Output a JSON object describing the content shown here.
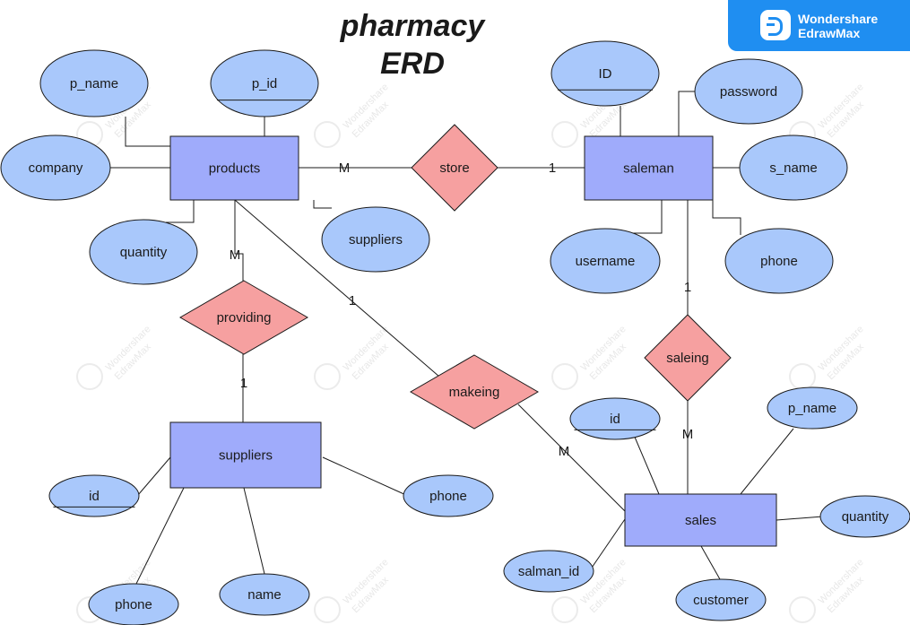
{
  "title": {
    "line1": "pharmacy",
    "line2": "ERD"
  },
  "branding": {
    "line1": "Wondershare",
    "line2": "EdrawMax",
    "icon": "edrawmax-logo-icon"
  },
  "colors": {
    "entity": "#9fabfb",
    "attribute": "#a9c8fb",
    "relationship": "#f6a0a0",
    "stroke": "#1a1a1a",
    "brand": "#1f8ef1"
  },
  "entities": [
    {
      "id": "products",
      "label": "products"
    },
    {
      "id": "saleman",
      "label": "saleman"
    },
    {
      "id": "suppliers",
      "label": "suppliers"
    },
    {
      "id": "sales",
      "label": "sales"
    }
  ],
  "relationships": [
    {
      "id": "store",
      "label": "store"
    },
    {
      "id": "providing",
      "label": "providing"
    },
    {
      "id": "makeing",
      "label": "makeing"
    },
    {
      "id": "saleing",
      "label": "saleing"
    }
  ],
  "attributes": [
    {
      "id": "prod_p_name",
      "label": "p_name",
      "key": false
    },
    {
      "id": "prod_p_id",
      "label": "p_id",
      "key": true
    },
    {
      "id": "prod_company",
      "label": "company",
      "key": false
    },
    {
      "id": "prod_quantity",
      "label": "quantity",
      "key": false
    },
    {
      "id": "prod_suppliers",
      "label": "suppliers",
      "key": false
    },
    {
      "id": "sal_ID",
      "label": "ID",
      "key": true
    },
    {
      "id": "sal_password",
      "label": "password",
      "key": false
    },
    {
      "id": "sal_s_name",
      "label": "s_name",
      "key": false
    },
    {
      "id": "sal_username",
      "label": "username",
      "key": false
    },
    {
      "id": "sal_phone",
      "label": "phone",
      "key": false
    },
    {
      "id": "sup_id",
      "label": "id",
      "key": true
    },
    {
      "id": "sup_phone2",
      "label": "phone",
      "key": false
    },
    {
      "id": "sup_phone",
      "label": "phone",
      "key": false
    },
    {
      "id": "sup_name",
      "label": "name",
      "key": false
    },
    {
      "id": "sales_id",
      "label": "id",
      "key": true
    },
    {
      "id": "sales_p_name",
      "label": "p_name",
      "key": false
    },
    {
      "id": "sales_quantity",
      "label": "quantity",
      "key": false
    },
    {
      "id": "sales_salman_id",
      "label": "salman_id",
      "key": false
    },
    {
      "id": "sales_customer",
      "label": "customer",
      "key": false
    }
  ],
  "cardinalities": [
    {
      "id": "products_store",
      "label": "M"
    },
    {
      "id": "store_saleman",
      "label": "1"
    },
    {
      "id": "products_providing",
      "label": "M"
    },
    {
      "id": "providing_suppliers",
      "label": "1"
    },
    {
      "id": "products_makeing",
      "label": "1"
    },
    {
      "id": "makeing_sales",
      "label": "M"
    },
    {
      "id": "saleman_saleing",
      "label": "1"
    },
    {
      "id": "saleing_sales",
      "label": "M"
    }
  ],
  "watermark": {
    "line1": "Wondershare",
    "line2": "EdrawMax"
  }
}
